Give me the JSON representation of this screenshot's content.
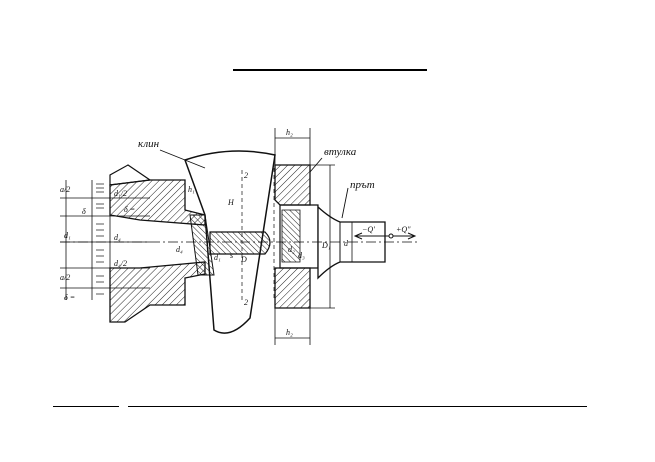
{
  "labels": {
    "wedge": "клин",
    "sleeve": "втулка",
    "rod": "прът",
    "h2_top": "h₂",
    "h2_bottom": "h₂",
    "h1": "h₁",
    "H": "H",
    "d": "d",
    "D1": "D₁",
    "d2": "d₂",
    "d3": "d₃",
    "d4": "d₄",
    "d1": "d₁",
    "s": "s",
    "D": "D",
    "num_top": "2",
    "num_bottom": "2",
    "force_minus": "−Q'",
    "force_plus": "+Q\"",
    "dim_a2_top": "a/2",
    "dim_a2_bottom": "a/2",
    "dim_d1_2": "d₁/2",
    "dim_d4_2": "d₄/2",
    "dim_delta": "δ",
    "dim_delta_eq_top": "δ =",
    "dim_delta_eq_bottom": "δ =",
    "dim_d1_left": "d₁",
    "dim_d4_left": "d₄"
  }
}
